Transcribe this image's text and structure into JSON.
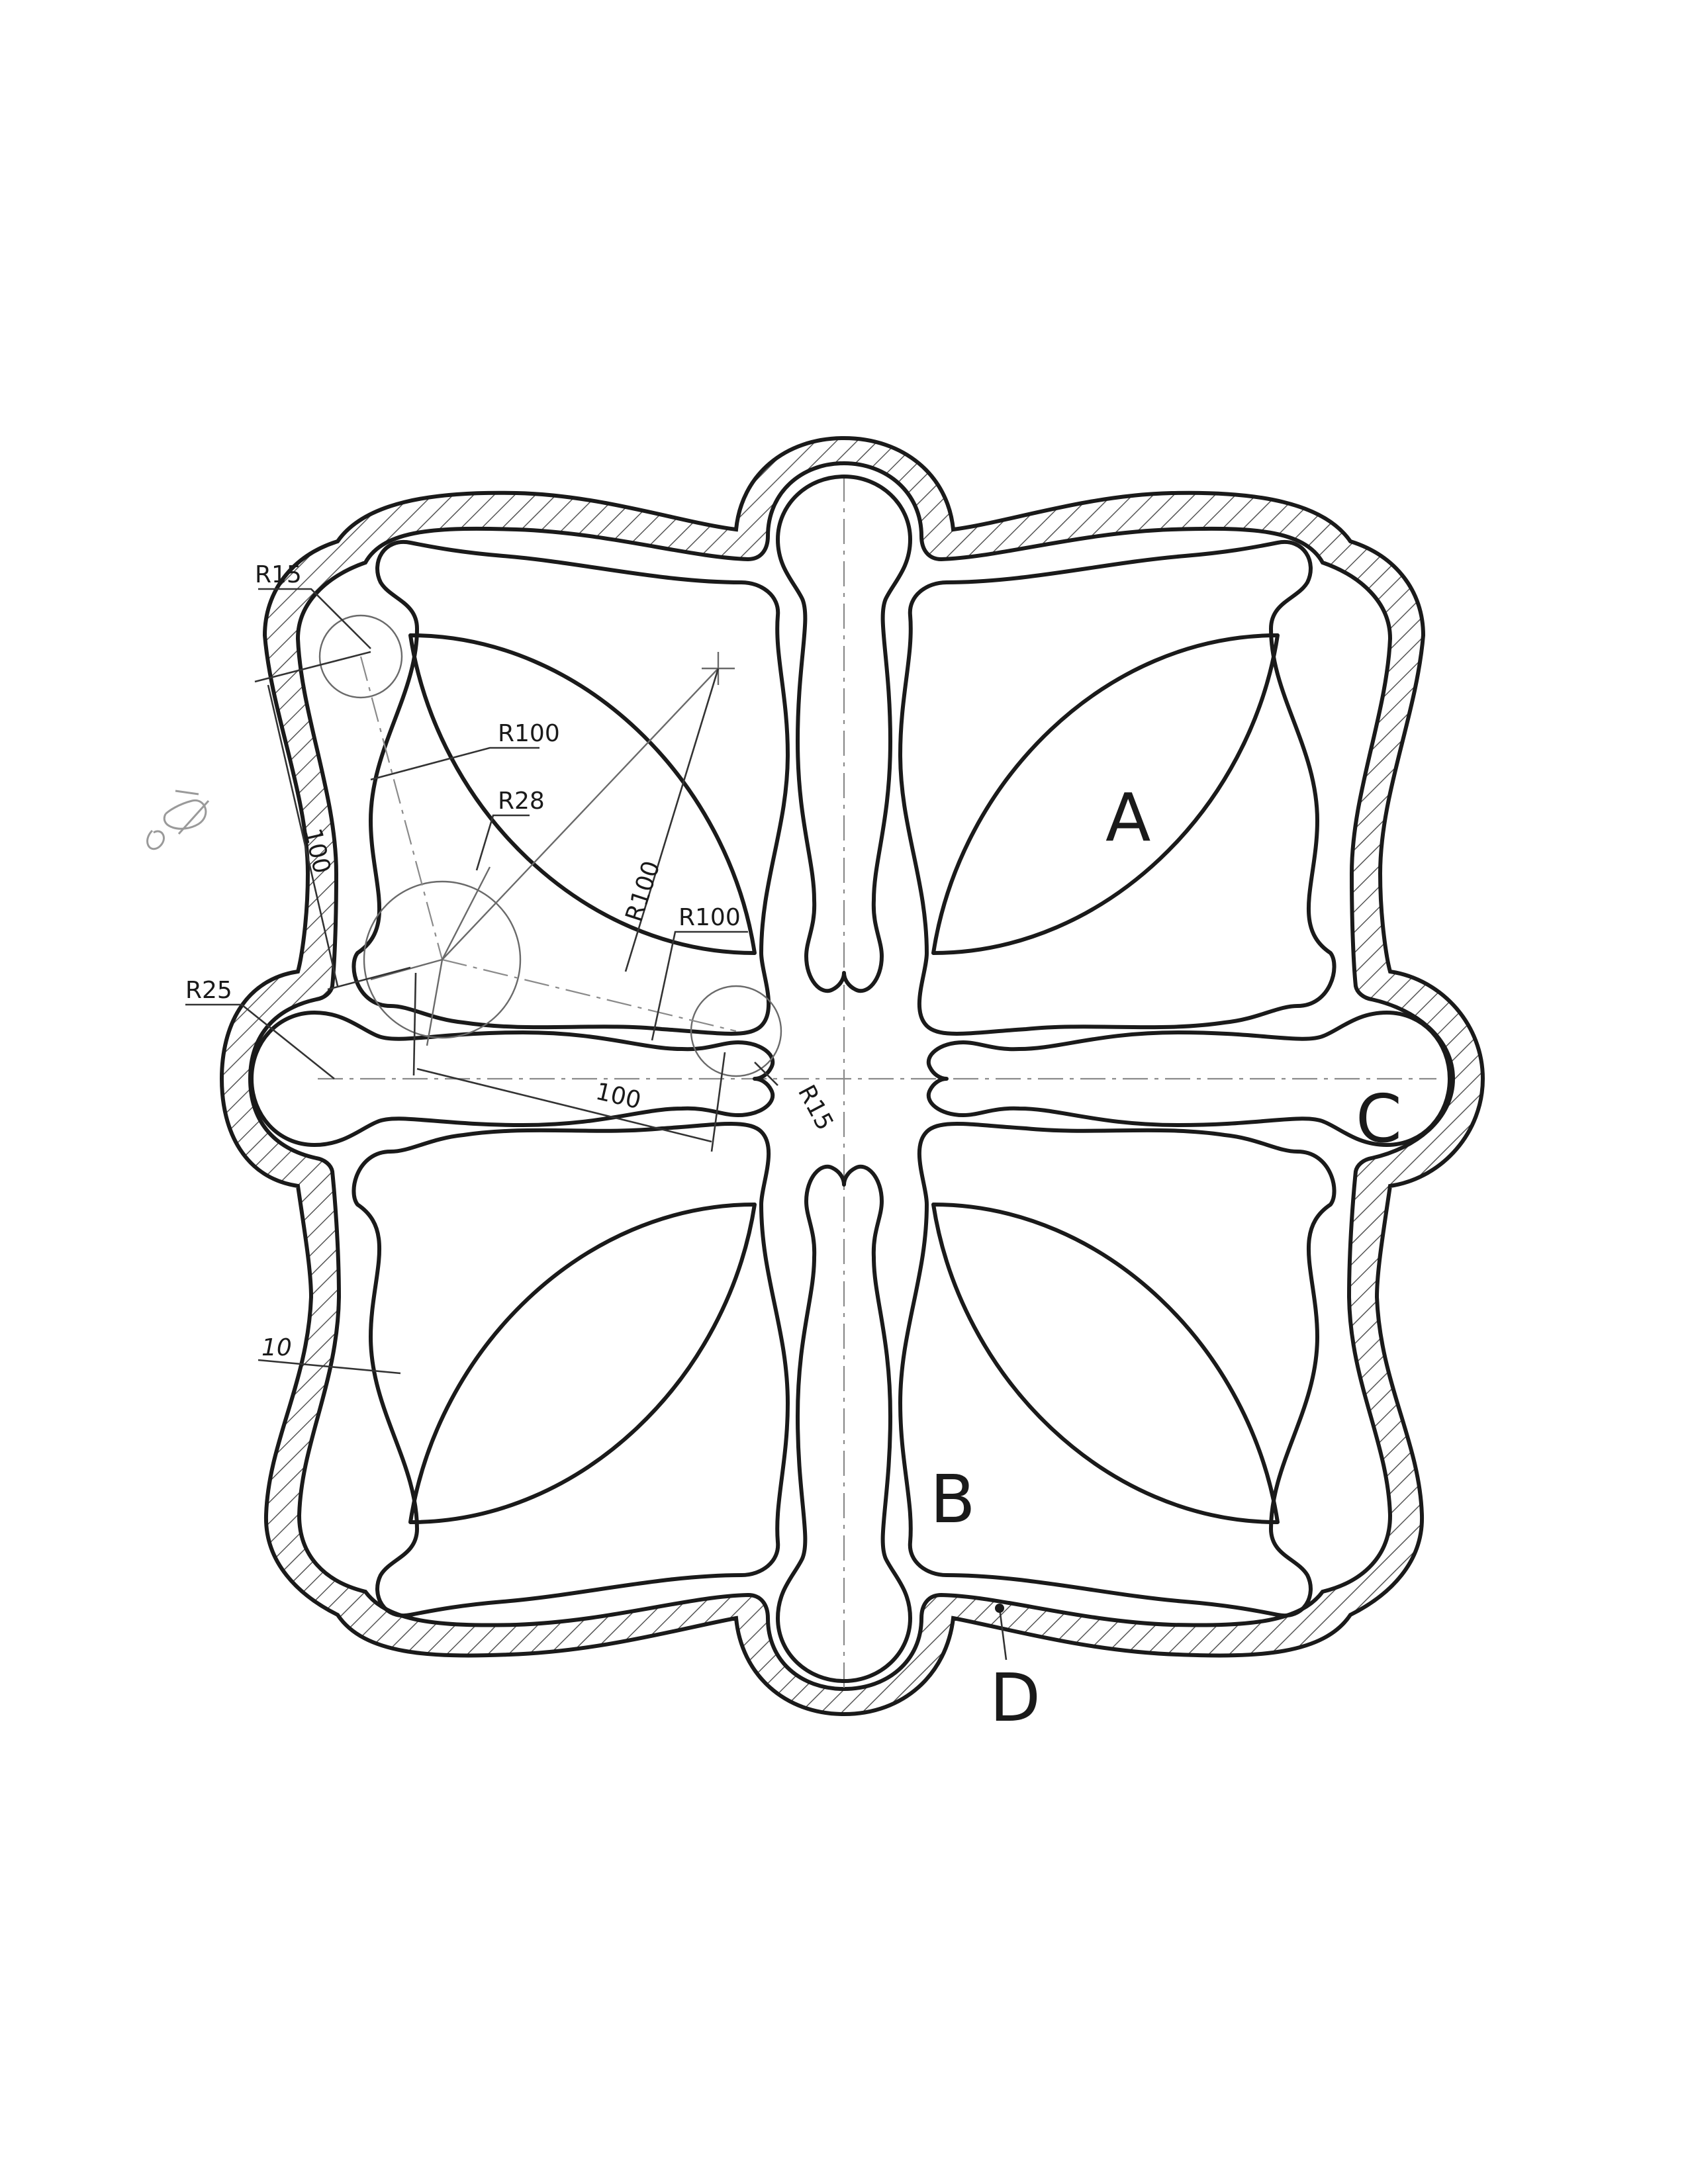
{
  "labels": {
    "region_a": "A",
    "region_b": "B",
    "region_c": "C",
    "region_d": "D"
  },
  "dimensions": {
    "r15_top": "R15",
    "r100_left": "R100",
    "r28": "R28",
    "len_100_vertical": "100",
    "r100_diag": "R100",
    "r100_right": "R100",
    "r25": "R25",
    "len_100_horizontal": "100",
    "r15_center": "R15",
    "wall_10": "10"
  },
  "colors": {
    "line": "#1a1a1a",
    "construction": "#6a6a6a",
    "hatch": "#555555"
  }
}
